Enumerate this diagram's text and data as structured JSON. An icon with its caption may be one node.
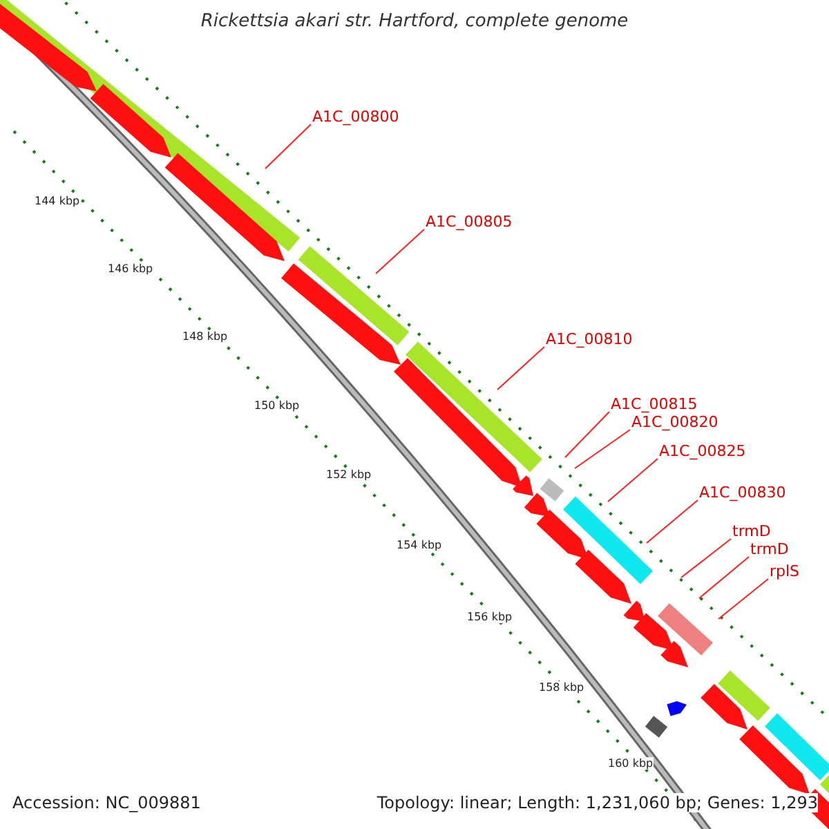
{
  "diagram": {
    "title": "Rickettsia akari str. Hartford, complete genome",
    "nodes": [
      {
        "text": [
          "A1C_00800"
        ]
      },
      {
        "text": [
          "A1C_00805"
        ]
      },
      {
        "text": [
          "A1C_00810"
        ]
      },
      {
        "text": [
          "A1C_00815"
        ]
      },
      {
        "text": [
          "A1C_00820"
        ]
      },
      {
        "text": [
          "A1C_00825"
        ]
      },
      {
        "text": [
          "A1C_00830"
        ]
      },
      {
        "text": [
          "trmD"
        ]
      },
      {
        "text": [
          "trmD"
        ]
      },
      {
        "text": [
          "rplS"
        ]
      }
    ],
    "edges": [
      {
        "from": 0,
        "to": null,
        "arrow": "none"
      },
      {
        "from": 1,
        "to": null,
        "arrow": "none"
      },
      {
        "from": 2,
        "to": null,
        "arrow": "none"
      },
      {
        "from": 3,
        "to": null,
        "arrow": "none"
      },
      {
        "from": 4,
        "to": null,
        "arrow": "none"
      },
      {
        "from": 5,
        "to": null,
        "arrow": "none"
      },
      {
        "from": 6,
        "to": null,
        "arrow": "none"
      },
      {
        "from": 7,
        "to": null,
        "arrow": "none"
      },
      {
        "from": 8,
        "to": null,
        "arrow": "none"
      },
      {
        "from": 9,
        "to": null,
        "arrow": "none"
      }
    ],
    "labels": [
      "144 kbp",
      "146 kbp",
      "148 kbp",
      "150 kbp",
      "152 kbp",
      "154 kbp",
      "156 kbp",
      "158 kbp",
      "160 kbp",
      "Accession: NC_009881",
      "Topology: linear; Length: 1,231,060 bp; Genes: 1,293"
    ]
  }
}
